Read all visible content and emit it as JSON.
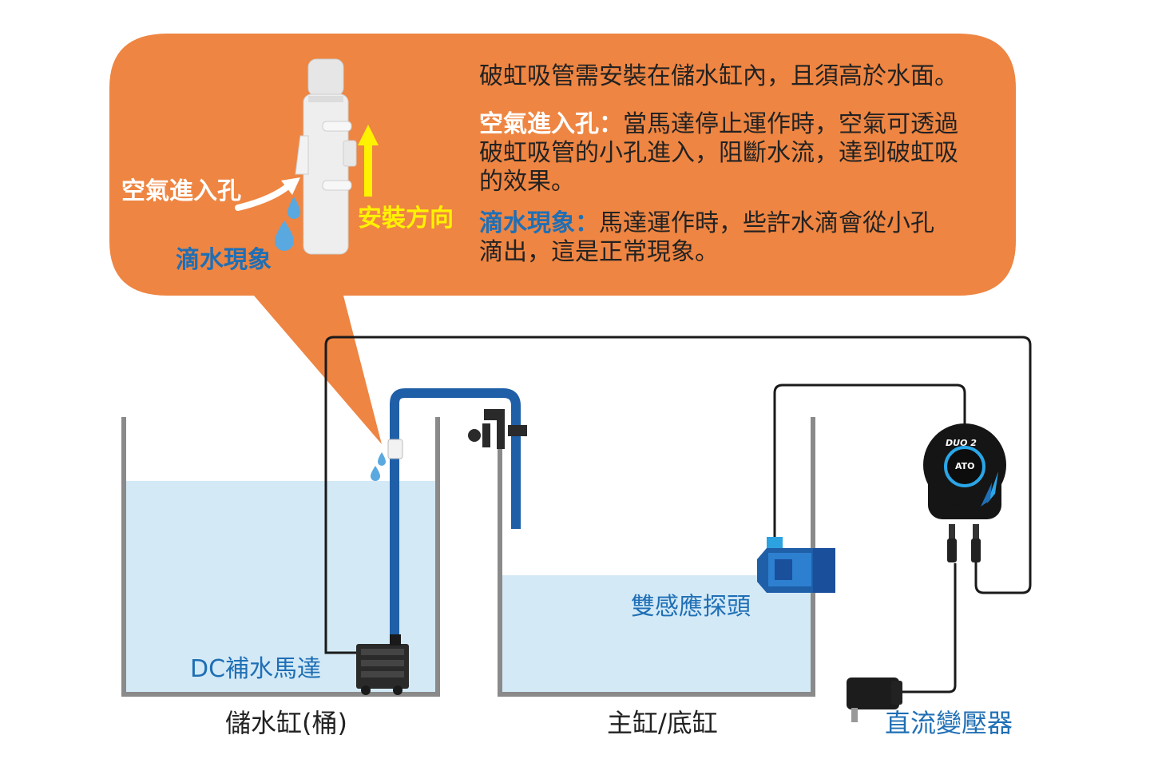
{
  "callout": {
    "line1": "破虹吸管需安裝在儲水缸內，且須高於水面。",
    "air_title": "空氣進入孔：",
    "air_text_1": "當馬達停止運作時，空氣可透過",
    "air_text_2": "破虹吸管的小孔進入，阻斷水流，達到破虹吸",
    "air_text_3": "的效果。",
    "drip_title": "滴水現象：",
    "drip_text_1": "馬達運作時，些許水滴會從小孔",
    "drip_text_2": "滴出，這是正常現象。",
    "label_air_hole": "空氣進入孔",
    "label_drip": "滴水現象",
    "label_install_dir": "安裝方向"
  },
  "labels": {
    "pump": "DC補水馬達",
    "reservoir": "儲水缸(桶)",
    "main_tank": "主缸/底缸",
    "sensor": "雙感應探頭",
    "adapter": "直流變壓器",
    "controller_brand": "DUO 2",
    "controller_center": "ATO"
  },
  "colors": {
    "callout_bg": "#ee8542",
    "water": "#d3e9f6",
    "tank_wall": "#8a8a8a",
    "tube": "#1f5fa8",
    "highlight_yellow": "#fff200",
    "label_blue": "#1f6fb5"
  }
}
